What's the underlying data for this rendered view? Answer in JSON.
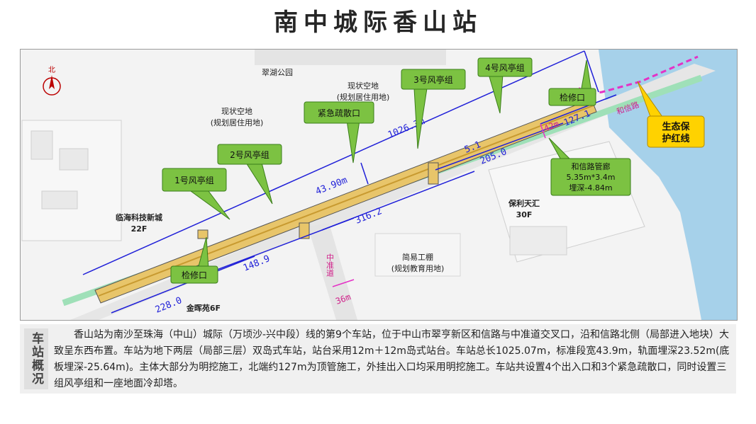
{
  "title": "南中城际香山站",
  "map": {
    "compass_north": "北",
    "areas": {
      "park": "翠湖公园",
      "vacant_left_1": "现状空地",
      "vacant_left_2": "(规划居住用地)",
      "vacant_mid_1": "现状空地",
      "vacant_mid_2": "(规划居住用地)",
      "linhai_1": "临海科技新城",
      "linhai_2": "22F",
      "poly_1": "保利天汇",
      "poly_2": "30F",
      "shed_1": "简易工棚",
      "shed_2": "(规划教育用地)",
      "jinhui": "金晖苑6F",
      "zhongzhun_road": "中准道",
      "hexin_road": "和信路"
    },
    "callouts": {
      "fan1": "1号风亭组",
      "fan2": "2号风亭组",
      "fan3": "3号风亭组",
      "fan4": "4号风亭组",
      "emergency": "紧急疏散口",
      "inspect_sw": "检修口",
      "inspect_ne": "检修口",
      "pipe_1": "和信路管廊",
      "pipe_2": "5.35m*3.4m",
      "pipe_3": "埋深-4.84m",
      "eco_1": "生态保",
      "eco_2": "护红线"
    },
    "dimensions": {
      "total": "1026.3m",
      "width": "43.90m",
      "d_148": "148.9",
      "d_228": "228.0",
      "d_316": "316.2",
      "d_205": "205.0",
      "d_127": "127.1",
      "d_5": "5.1",
      "d_42": "42m",
      "d_36": "36m"
    }
  },
  "summary": {
    "label": "车站概况",
    "text": "香山站为南沙至珠海（中山）城际（万顷沙-兴中段）线的第9个车站，位于中山市翠亨新区和信路与中准道交叉口，沿和信路北侧（局部进入地块）大致呈东西布置。车站为地下两层（局部三层）双岛式车站，站台采用12m＋12m岛式站台。车站总长1025.07m，标准段宽43.9m，轨面埋深23.52m(底板埋深-25.64m)。主体大部分为明挖施工，北端约127m为顶管施工，外挂出入口均采用明挖施工。车站共设置4个出入口和3个紧急疏散口，同时设置三组风亭组和一座地面冷却塔。"
  }
}
